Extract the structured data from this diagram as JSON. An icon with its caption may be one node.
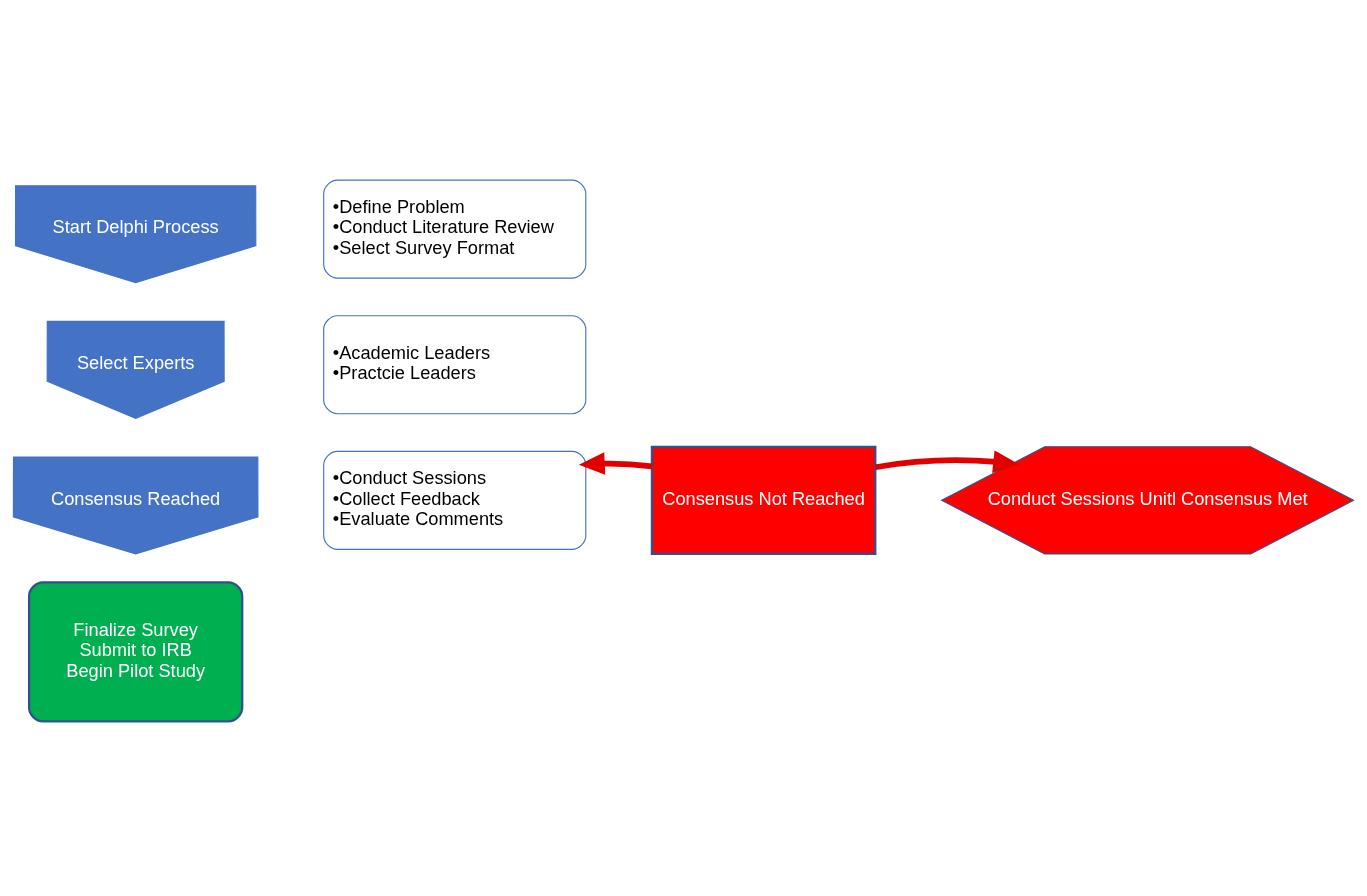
{
  "diagram": {
    "nodes": [
      {
        "text": [
          "Start Delphi Process"
        ]
      },
      {
        "text": [
          "•Define Problem",
          "•Conduct Literature Review",
          "•Select Survey Format"
        ]
      },
      {
        "text": [
          "Select Experts"
        ]
      },
      {
        "text": [
          "•Academic Leaders",
          "•Practcie Leaders"
        ]
      },
      {
        "text": [
          "Consensus Reached"
        ]
      },
      {
        "text": [
          "•Conduct Sessions",
          "•Collect Feedback",
          "•Evaluate Comments"
        ]
      },
      {
        "text": [
          "Consensus Not Reached"
        ]
      },
      {
        "text": [
          "Conduct Sessions Unitl Consensus Met"
        ]
      },
      {
        "text": [
          "Finalize Survey",
          "Submit to IRB",
          "Begin Pilot Study"
        ]
      }
    ],
    "edges": [
      {
        "from": 6,
        "to": 5,
        "arrow": "to"
      },
      {
        "from": 6,
        "to": 7,
        "arrow": "to"
      }
    ]
  }
}
